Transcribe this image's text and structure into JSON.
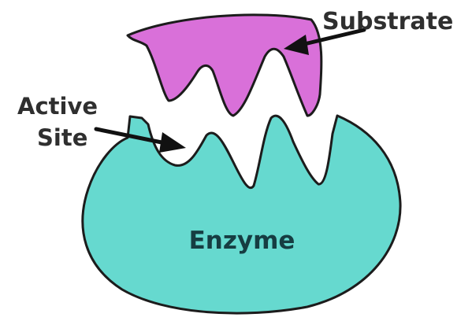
{
  "labels": {
    "substrate": "Substrate",
    "active_line1": "Active",
    "active_line2": "Site",
    "enzyme": "Enzyme"
  },
  "colors": {
    "enzyme_fill": "#66d9cf",
    "substrate_fill": "#d970d9",
    "outline": "#1c1c1c",
    "text": "#2f2f2f",
    "enzyme_text": "#163d42",
    "background": "#ffffff"
  }
}
